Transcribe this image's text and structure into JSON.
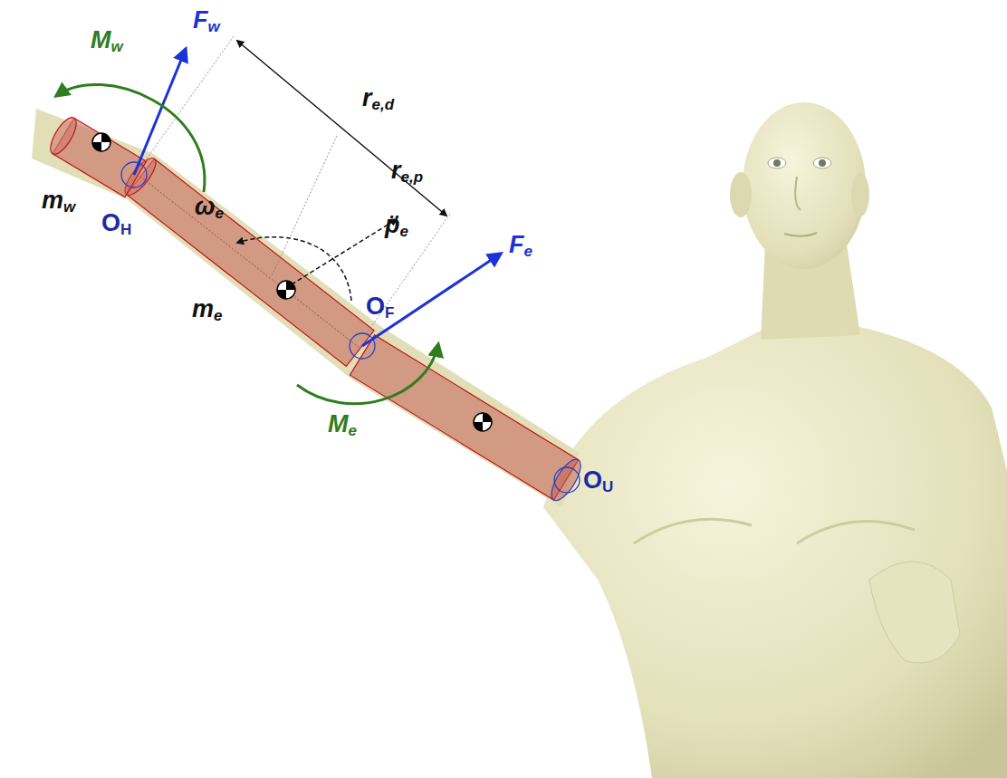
{
  "diagram": {
    "labels": [
      "Fw",
      "Mw",
      "mw",
      "OH",
      "re,d",
      "re,p",
      "ωe",
      "p̈e",
      "me",
      "OF",
      "Fe",
      "Me",
      "OU"
    ]
  }
}
